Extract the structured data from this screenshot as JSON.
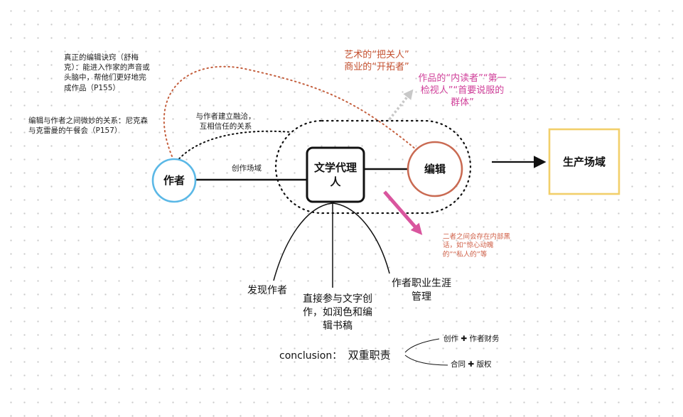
{
  "nodes": {
    "author": "作者",
    "agent": "文学代理人",
    "editor": "编辑",
    "production": "生产场域"
  },
  "notes": {
    "edit_secret": "真正的编辑诀窍（舒梅克）：能进入作家的声音或头脑中，帮他们更好地完成作品（P155）",
    "edit_author_relation": "编辑与作者之间微妙的关系：尼克森与克雷曼的午餐会（P157）",
    "trust_relation": "与作者建立融洽，互相信任的关系",
    "creation_field": "创作场域",
    "gatekeeper_line1": "艺术的“把关人”",
    "gatekeeper_line2": "商业的“开拓者”",
    "inner_reader": "作品的“内读者”“第一检视人”“首要说服的群体”",
    "inner_talk": "二者之间会存在内部黑话，如“惊心动魄的”“私人的”等"
  },
  "roles": {
    "discover": "发现作者",
    "participate": "直接参与文字创作，如润色和编辑书稿",
    "career": "作者职业生涯管理"
  },
  "conclusion": {
    "label": "conclusion：",
    "title": "双重职责",
    "item1_a": "创作",
    "item1_b": "作者财务",
    "item2_a": "合同",
    "item2_b": "版权",
    "plus": "✚"
  },
  "colors": {
    "author_ring": "#5bb8e6",
    "editor_ring": "#c96a52",
    "production_border": "#f2cf6a",
    "pink_arrow": "#d9559e",
    "red_text": "#c4502f",
    "pink_text": "#d0409a"
  }
}
